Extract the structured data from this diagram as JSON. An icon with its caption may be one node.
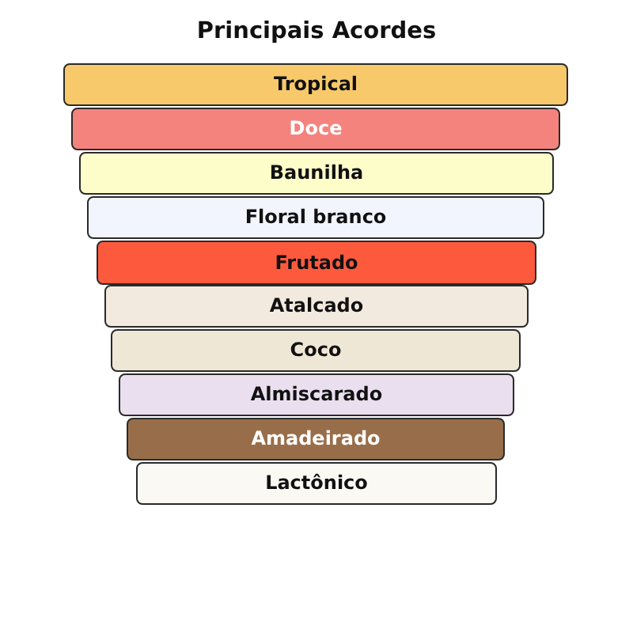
{
  "diagram": {
    "title": "Principais Acordes",
    "nodes": [
      {
        "text": [
          "Tropical"
        ]
      },
      {
        "text": [
          "Doce"
        ]
      },
      {
        "text": [
          "Baunilha"
        ]
      },
      {
        "text": [
          "Floral branco"
        ]
      },
      {
        "text": [
          "Frutado"
        ]
      },
      {
        "text": [
          "Atalcado"
        ]
      },
      {
        "text": [
          "Coco"
        ]
      },
      {
        "text": [
          "Almiscarado"
        ]
      },
      {
        "text": [
          "Amadeirado"
        ]
      },
      {
        "text": [
          "Lactônico"
        ]
      }
    ]
  }
}
